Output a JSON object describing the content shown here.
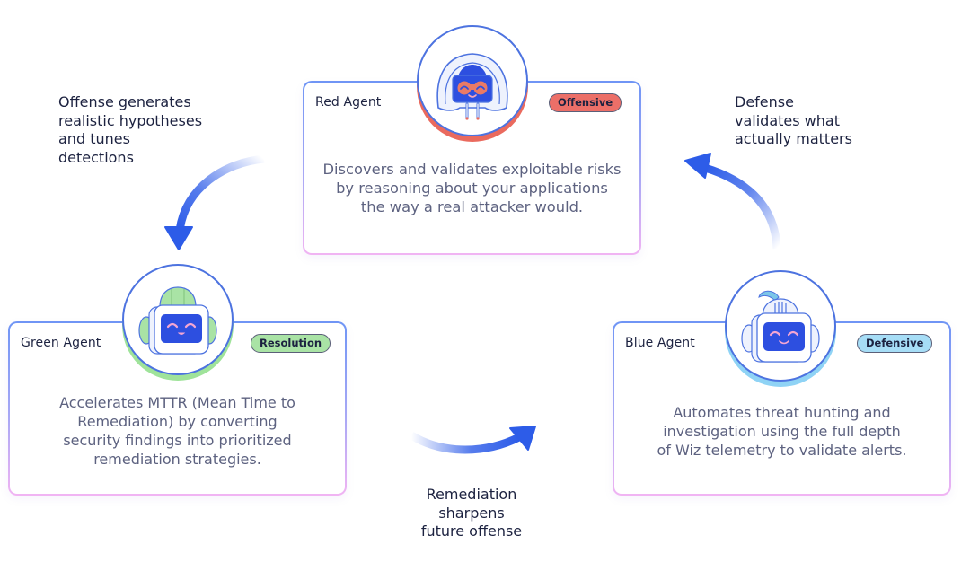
{
  "agents": {
    "red": {
      "title": "Red Agent",
      "badge": "Offensive",
      "badge_color": "#ec6f68",
      "accent": "#ea6a5e",
      "description": [
        "Discovers and validates exploitable risks",
        "by reasoning about your applications",
        "the way a real attacker would."
      ],
      "icon": "hooded-robot-icon"
    },
    "green": {
      "title": "Green Agent",
      "badge": "Resolution",
      "badge_color": "#a9e3a5",
      "accent": "#9fe39a",
      "description": [
        "Accelerates MTTR (Mean Time to",
        "Remediation) by converting",
        "security findings into prioritized",
        "remediation strategies."
      ],
      "icon": "hardhat-robot-icon"
    },
    "blue": {
      "title": "Blue Agent",
      "badge": "Defensive",
      "badge_color": "#a6ddf6",
      "accent": "#8fd3f5",
      "description": [
        "Automates threat hunting and",
        "investigation using the full depth",
        "of Wiz telemetry to validate alerts."
      ],
      "icon": "ponytail-robot-icon"
    }
  },
  "notes": {
    "offense": [
      "Offense generates",
      "realistic hypotheses",
      "and tunes",
      "detections"
    ],
    "defense": [
      "Defense",
      "validates what",
      "actually matters"
    ],
    "remediation": [
      "Remediation",
      "sharpens",
      "future offense"
    ]
  },
  "colors": {
    "arrow": "#2d5ce8",
    "robot_screen": "#2d4fe0",
    "outline": "#4d73e0"
  }
}
